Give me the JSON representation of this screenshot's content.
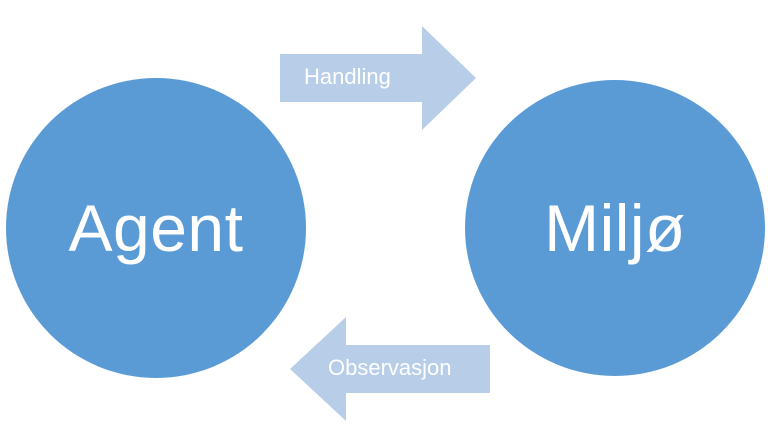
{
  "nodes": {
    "agent": "Agent",
    "environment": "Miljø"
  },
  "arrows": {
    "action": "Handling",
    "observation": "Observasjon"
  },
  "colors": {
    "node_fill": "#5b9bd5",
    "arrow_fill": "#b8cde8",
    "text": "#ffffff"
  }
}
